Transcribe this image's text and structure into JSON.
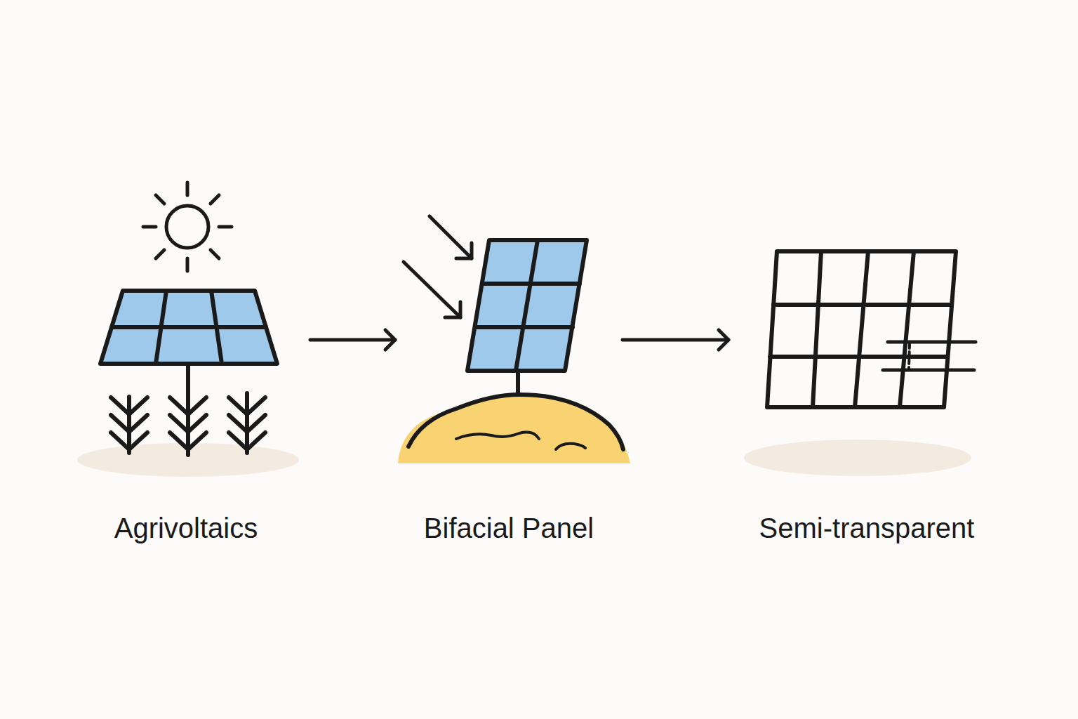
{
  "diagram": {
    "nodes": [
      {
        "text": [
          "Agrivoltaics"
        ]
      },
      {
        "text": [
          "Bifacial Panel"
        ]
      },
      {
        "text": [
          "Semi-transparent"
        ]
      }
    ],
    "edges": [
      {
        "from": 0,
        "to": 1,
        "arrow": "to"
      },
      {
        "from": 1,
        "to": 2,
        "arrow": "to"
      }
    ]
  }
}
